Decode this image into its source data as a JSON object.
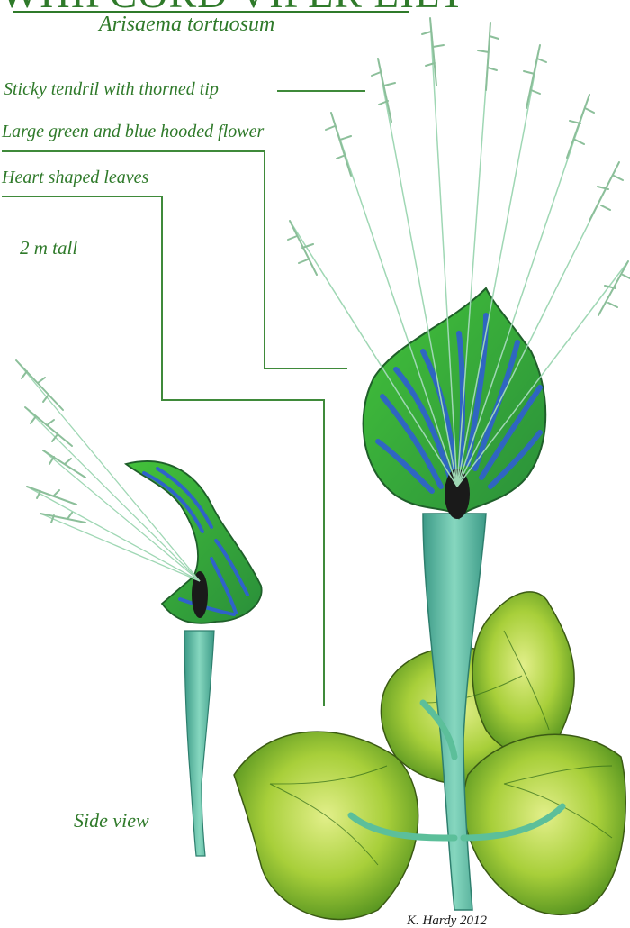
{
  "title": "WHIPCORD VIPER LILY",
  "subtitle": "Arisaema tortuosum",
  "labels": {
    "tendril": "Sticky tendril with thorned tip",
    "flower": "Large green and blue hooded flower",
    "leaves": "Heart shaped leaves",
    "height": "2 m tall",
    "side_view": "Side view"
  },
  "signature": "K. Hardy 2012",
  "colors": {
    "text": "#2f7a2a",
    "leader_line": "#3f8a3a",
    "hood_blue": "#2f63c9",
    "hood_green": "#3fbf3a",
    "stem": "#5cbf9a",
    "leaf": "#a8cf3a",
    "tendril": "#9fd7b4"
  }
}
